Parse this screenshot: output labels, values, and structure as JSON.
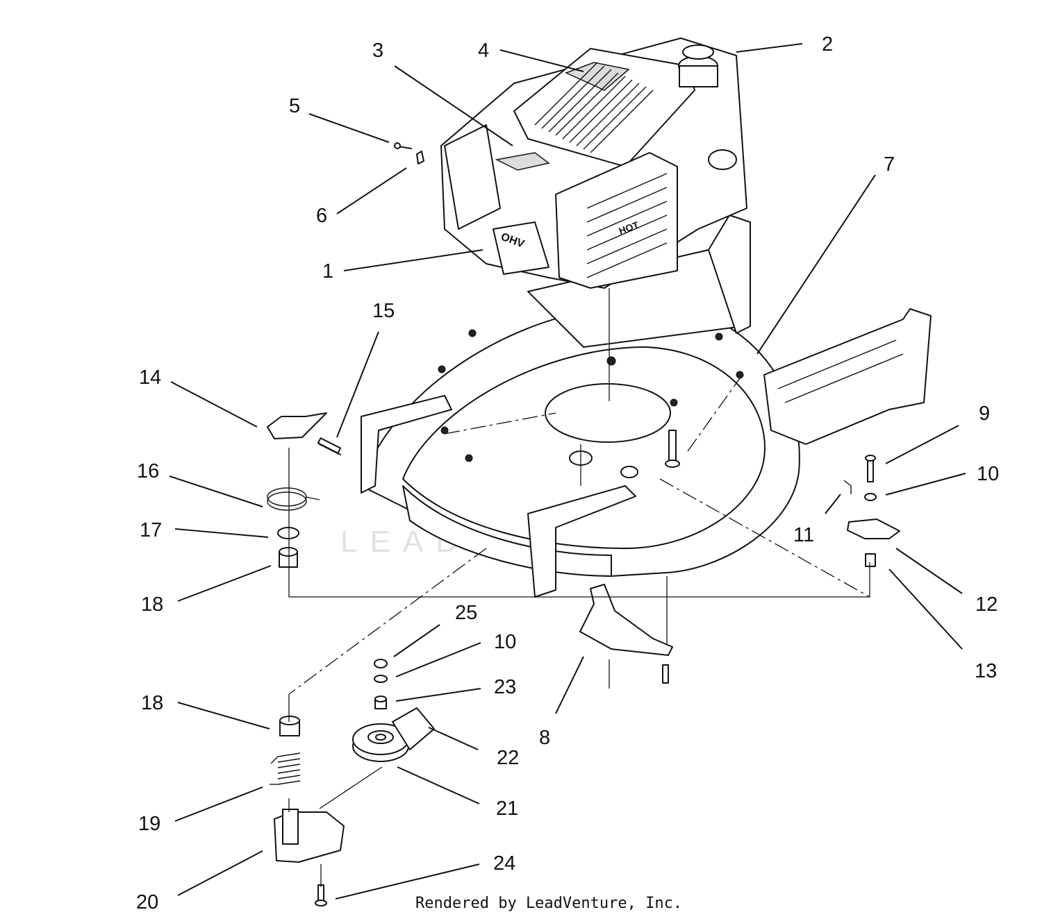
{
  "callouts": [
    {
      "id": "1",
      "label": "1"
    },
    {
      "id": "2",
      "label": "2"
    },
    {
      "id": "3",
      "label": "3"
    },
    {
      "id": "4",
      "label": "4"
    },
    {
      "id": "5",
      "label": "5"
    },
    {
      "id": "6",
      "label": "6"
    },
    {
      "id": "7",
      "label": "7"
    },
    {
      "id": "8",
      "label": "8"
    },
    {
      "id": "9",
      "label": "9"
    },
    {
      "id": "10a",
      "label": "10"
    },
    {
      "id": "11",
      "label": "11"
    },
    {
      "id": "12",
      "label": "12"
    },
    {
      "id": "13",
      "label": "13"
    },
    {
      "id": "14",
      "label": "14"
    },
    {
      "id": "15",
      "label": "15"
    },
    {
      "id": "16",
      "label": "16"
    },
    {
      "id": "17",
      "label": "17"
    },
    {
      "id": "18a",
      "label": "18"
    },
    {
      "id": "25",
      "label": "25"
    },
    {
      "id": "10b",
      "label": "10"
    },
    {
      "id": "23",
      "label": "23"
    },
    {
      "id": "18b",
      "label": "18"
    },
    {
      "id": "22",
      "label": "22"
    },
    {
      "id": "21",
      "label": "21"
    },
    {
      "id": "19",
      "label": "19"
    },
    {
      "id": "20",
      "label": "20"
    },
    {
      "id": "24",
      "label": "24"
    }
  ],
  "engine_labels": {
    "ohv": "OHV",
    "hot": "HOT"
  },
  "watermark": "LEADVENTURE",
  "credit": "Rendered by LeadVenture, Inc."
}
